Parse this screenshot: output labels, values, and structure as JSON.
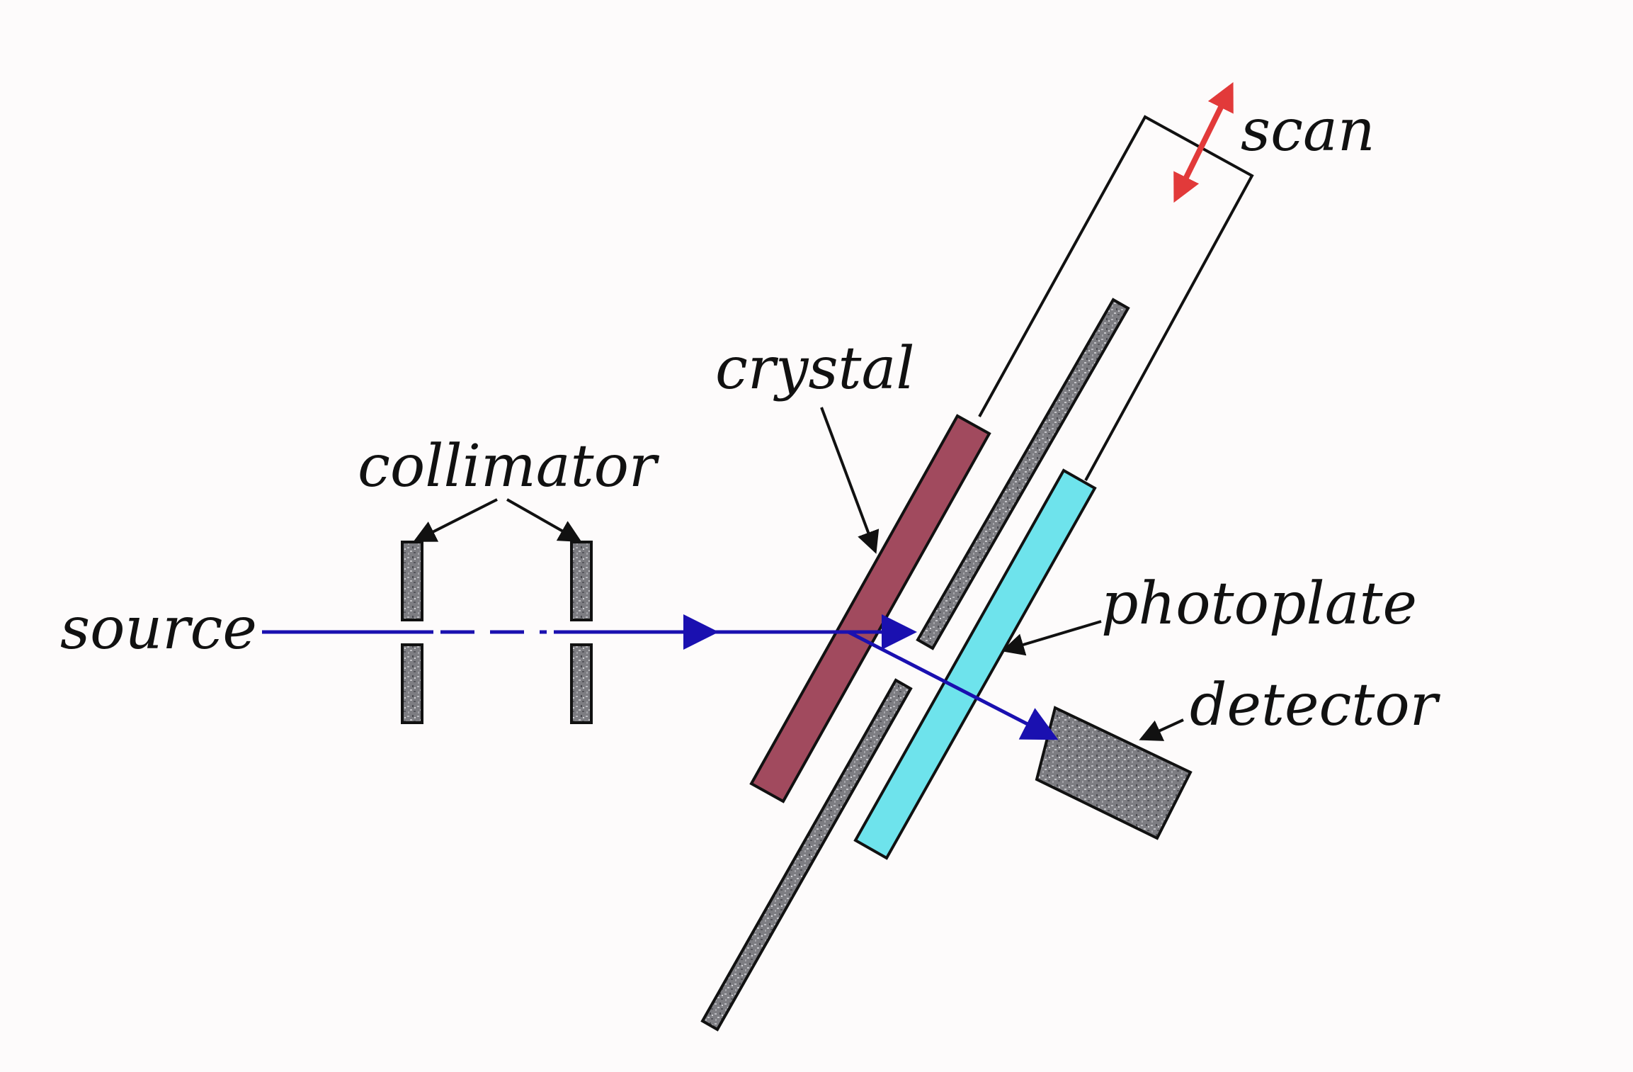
{
  "labels": {
    "source": "source",
    "collimator": "collimator",
    "crystal": "crystal",
    "photoplate": "photoplate",
    "detector": "detector",
    "scan": "scan"
  },
  "colors": {
    "background": "#fdfbfb",
    "beam": "#1a10b0",
    "scan_arrow": "#e23a3a",
    "crystal": "#a14a5e",
    "photoplate": "#6ee3ec",
    "metal": "#7d7d82",
    "outline": "#111111"
  }
}
